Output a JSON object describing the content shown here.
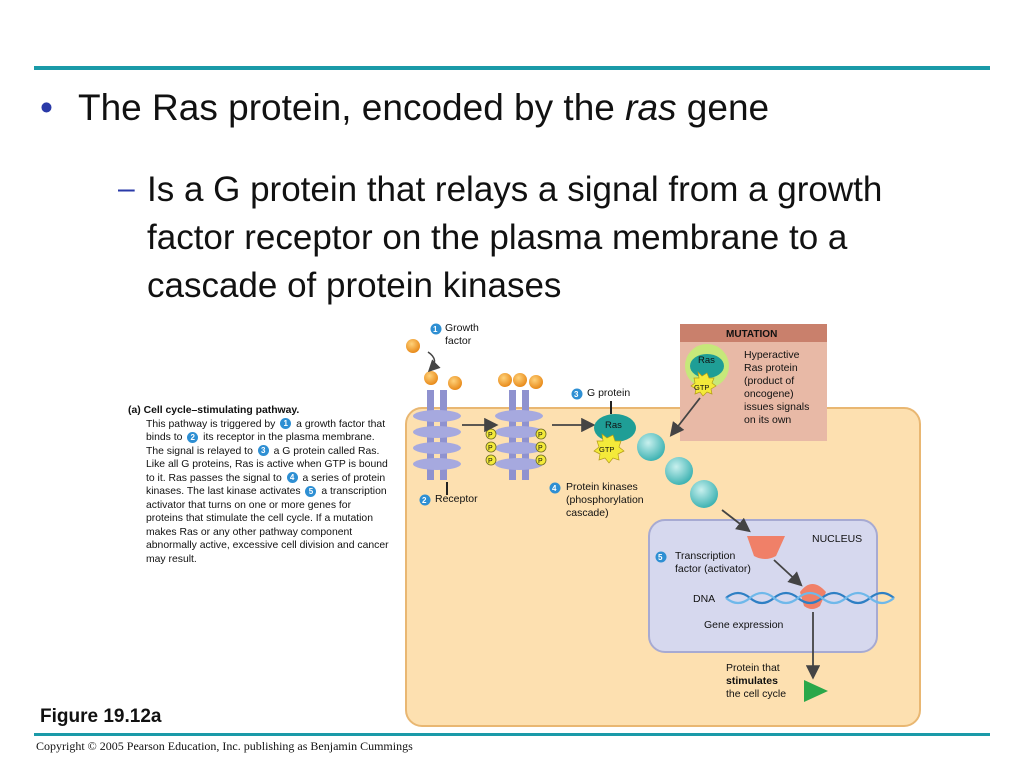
{
  "slide": {
    "bullet_part1": "The Ras protein, encoded by the ",
    "bullet_italic": "ras",
    "bullet_part2": " gene",
    "sub_dash": "–",
    "sub_bullet": "Is a G protein that relays a signal from a growth factor receptor on the plasma membrane to a cascade of protein kinases",
    "figure_label": "Figure 19.12a",
    "copyright": "Copyright © 2005 Pearson Education, Inc. publishing as Benjamin Cummings"
  },
  "caption": {
    "heading": "(a) Cell cycle–stimulating pathway.",
    "t1": "This pathway is triggered by ",
    "t2": " a growth factor that binds to ",
    "t3": " its receptor in the plasma membrane. The signal is relayed to ",
    "t4": " a G protein called Ras. Like all G proteins, Ras is active when GTP is bound to it. Ras passes the signal to ",
    "t5": " a series of protein kinases. The last kinase activates ",
    "t6": " a transcription activator that turns on one or more genes for proteins that stimulate the cell cycle. If a mutation makes Ras or any other pathway component abnormally active, excessive cell division and cancer may result."
  },
  "steps": [
    "1",
    "2",
    "3",
    "4",
    "5"
  ],
  "diagram": {
    "growth_factor": "Growth\nfactor",
    "receptor": "Receptor",
    "g_protein": "G protein",
    "ras": "Ras",
    "gtp": "GTP",
    "phosphate": "P",
    "protein_kinases": "Protein kinases\n(phosphorylation\ncascade)",
    "nucleus": "NUCLEUS",
    "transcription_factor": "Transcription\nfactor (activator)",
    "dna": "DNA",
    "gene_expression": "Gene expression",
    "protein_stim_1": "Protein that",
    "protein_stim_2": "stimulates",
    "protein_stim_3": "the cell cycle",
    "mutation_title": "MUTATION",
    "mutation_ras": "Ras",
    "mutation_gtp": "GTP",
    "mutation_text": "Hyperactive\nRas protein\n(product of\noncogene)\nissues signals\non its own"
  },
  "colors": {
    "rule": "#1a9aa8",
    "cell": "#fde0b0",
    "nucleus": "#d6d8ee",
    "mutation_box": "#e8b9a6",
    "ras": "#1f9e96",
    "gtp": "#f4ea3a",
    "receptor": "#9c9fd6",
    "kinase": "#62c6c6",
    "step_number": "#2e8fd3"
  }
}
